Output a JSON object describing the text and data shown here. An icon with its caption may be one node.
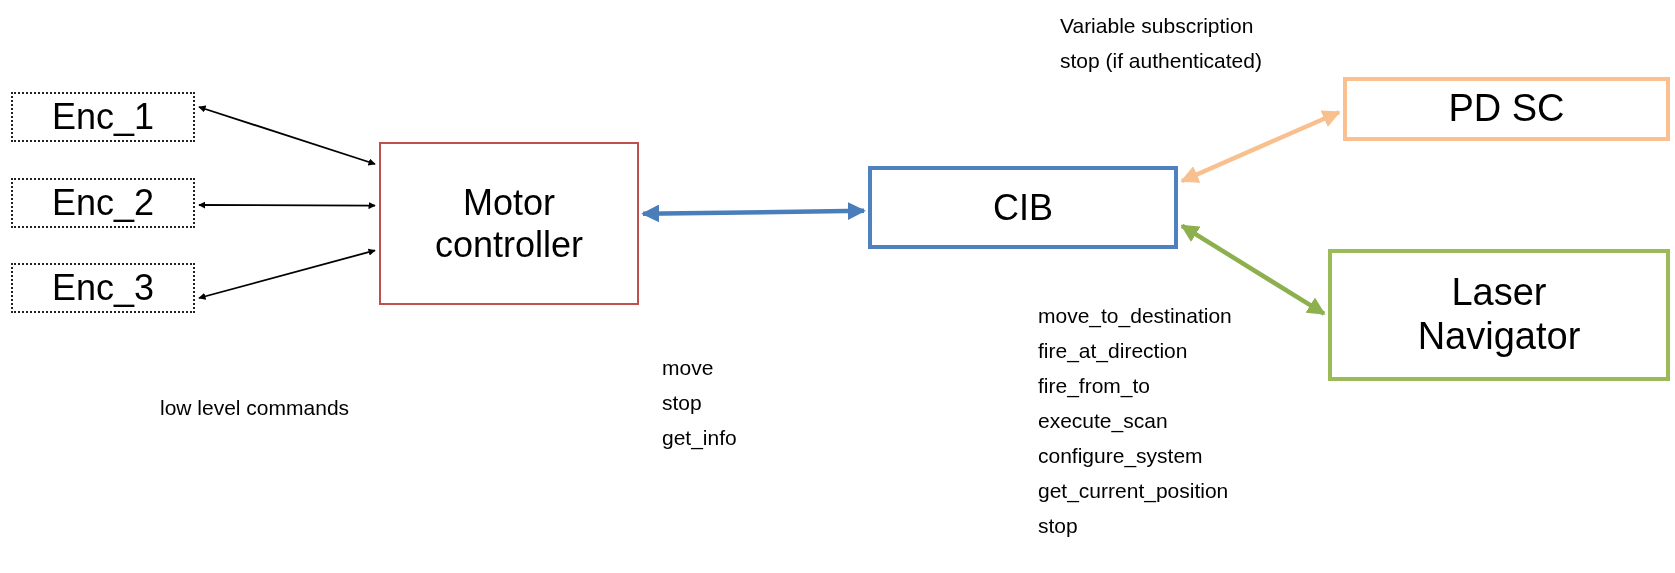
{
  "diagram": {
    "nodes": [
      {
        "text": [
          "Enc_1"
        ]
      },
      {
        "text": [
          "Enc_2"
        ]
      },
      {
        "text": [
          "Enc_3"
        ]
      },
      {
        "text": [
          "Motor controller"
        ]
      },
      {
        "text": [
          "CIB"
        ]
      },
      {
        "text": [
          "PD SC"
        ]
      },
      {
        "text": [
          "Laser Navigator"
        ]
      }
    ],
    "edges": [
      {
        "from": 0,
        "to": 3,
        "arrow": "both"
      },
      {
        "from": 1,
        "to": 3,
        "arrow": "both"
      },
      {
        "from": 2,
        "to": 3,
        "arrow": "both"
      },
      {
        "from": 3,
        "to": 4,
        "arrow": "both",
        "style": "thick",
        "color": "#4a7ebb"
      },
      {
        "from": 4,
        "to": 5,
        "arrow": "both",
        "style": "thick",
        "color": "#f9c08f"
      },
      {
        "from": 4,
        "to": 6,
        "arrow": "both",
        "style": "thick",
        "color": "#8db04f"
      }
    ],
    "labels": [
      "Variable subscription stop (if authenticated)",
      "low level commands",
      "move stop get_info",
      "move_to_destination fire_at_direction fire_from_to execute_scan configure_system get_current_position stop"
    ]
  }
}
